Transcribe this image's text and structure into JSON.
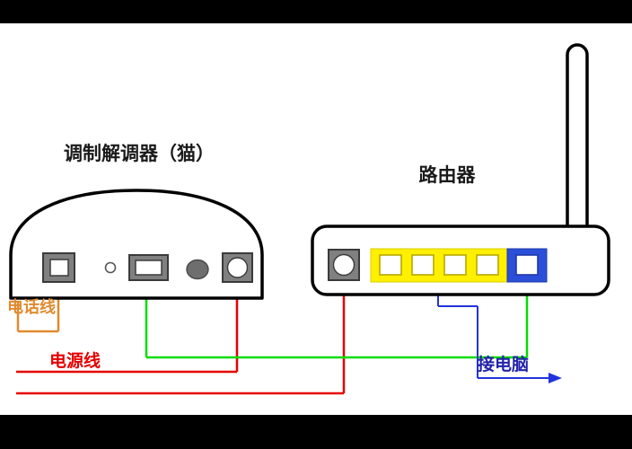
{
  "diagram": {
    "title_modem": "调制解调器（猫）",
    "title_router": "路由器",
    "labels": {
      "phone_line": "电话线",
      "power_line": "电源线",
      "to_computer": "接电脑"
    },
    "colors": {
      "phone_line": "#E08A2E",
      "power_line": "#E60000",
      "network_cable": "#00DD00",
      "lan_cable": "#2233DD",
      "to_computer_text": "#2222AA",
      "device_outline": "#000000",
      "device_body": "#FFFFFF",
      "port_gray": "#808080",
      "lan_block_yellow": "#FFF000",
      "wan_block_blue": "#2B4FD8",
      "letterbox": "#000000",
      "background": "#FFFFFF"
    },
    "modem": {
      "name": "调制解调器（猫）",
      "ports": [
        {
          "id": "phone-port",
          "type": "square-gray",
          "label": "电话线"
        },
        {
          "id": "indicator-led",
          "type": "small-circle",
          "label": ""
        },
        {
          "id": "lan-port",
          "type": "rect-gray",
          "label": ""
        },
        {
          "id": "button",
          "type": "filled-circle",
          "label": ""
        },
        {
          "id": "power-port",
          "type": "square-gray-circle",
          "label": "电源线"
        }
      ]
    },
    "router": {
      "name": "路由器",
      "antenna_count": 1,
      "ports": [
        {
          "id": "power-port",
          "type": "square-gray-circle",
          "label": "电源线"
        },
        {
          "id": "lan-port-1",
          "type": "lan",
          "label": ""
        },
        {
          "id": "lan-port-2",
          "type": "lan",
          "label": ""
        },
        {
          "id": "lan-port-3",
          "type": "lan",
          "label": ""
        },
        {
          "id": "lan-port-4",
          "type": "lan",
          "label": ""
        },
        {
          "id": "wan-port",
          "type": "wan",
          "label": ""
        }
      ]
    },
    "connections": [
      {
        "id": "phone-line",
        "from": "wall",
        "to": "modem-phone-port",
        "color": "#E08A2E",
        "label": "电话线"
      },
      {
        "id": "power-line-modem",
        "from": "outlet",
        "to": "modem-power-port",
        "color": "#E60000",
        "label": "电源线"
      },
      {
        "id": "power-line-router",
        "from": "outlet",
        "to": "router-power-port",
        "color": "#E60000",
        "label": "电源线"
      },
      {
        "id": "network-cable",
        "from": "modem-lan-port",
        "to": "router-wan-port",
        "color": "#00DD00",
        "label": ""
      },
      {
        "id": "lan-to-computer",
        "from": "router-lan-ports",
        "to": "computer",
        "color": "#2233DD",
        "label": "接电脑"
      }
    ]
  }
}
